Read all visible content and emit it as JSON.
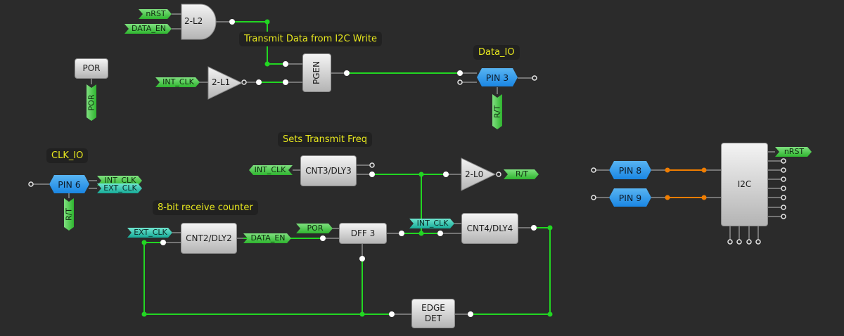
{
  "colors": {
    "background": "#2b2b2b",
    "wire_active": "#22d622",
    "wire_i2c": "#f07d00",
    "note_text": "#e8e81e",
    "pin_blue": "#2a95ea",
    "label_green": "#3fc43f",
    "label_cyan": "#22bfa9"
  },
  "notes": {
    "transmit_data": "Transmit Data from I2C Write",
    "data_io": "Data_IO",
    "clk_io": "CLK_IO",
    "sets_transmit_freq": "Sets Transmit Freq",
    "receive_counter": "8-bit receive counter"
  },
  "blocks": {
    "and_2l2": "2-L2",
    "inv_2l1": "2-L1",
    "pgen": "PGEN",
    "por": "POR",
    "cnt3": "CNT3/DLY3",
    "inv_2l0": "2-L0",
    "cnt2": "CNT2/DLY2",
    "dff3": "DFF 3",
    "cnt4": "CNT4/DLY4",
    "edge_det_line1": "EDGE",
    "edge_det_line2": "DET",
    "i2c": "I2C"
  },
  "pins": {
    "pin3": "PIN 3",
    "pin6": "PIN 6",
    "pin8": "PIN 8",
    "pin9": "PIN 9"
  },
  "labels": {
    "nrst_in": "nRST",
    "data_en_in": "DATA_EN",
    "int_clk_in_1": "INT_CLK",
    "por_out": "POR",
    "pin3_rt": "R/T",
    "pin6_int_clk": "INT_CLK",
    "pin6_ext_clk": "EXT_CLK",
    "pin6_rt": "R/T",
    "int_clk_in_cnt3": "INT_CLK",
    "rt_out": "R/T",
    "ext_clk_in": "EXT_CLK",
    "data_en_out": "DATA_EN",
    "por_in_dff": "POR",
    "int_clk_in_cnt4": "INT_CLK",
    "nrst_out": "nRST"
  }
}
